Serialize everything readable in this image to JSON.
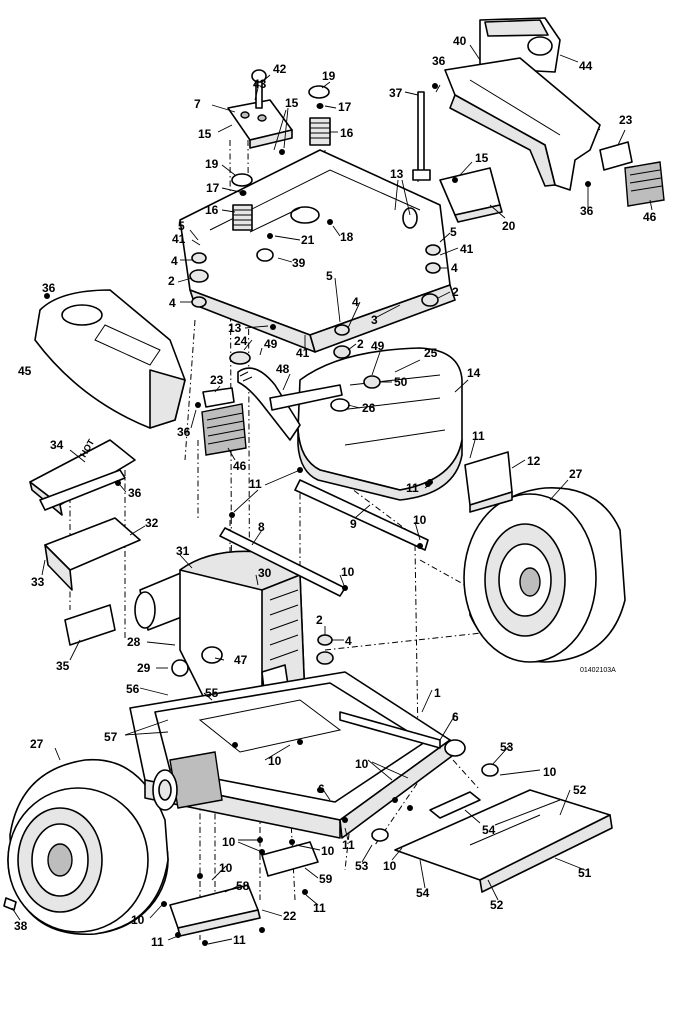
{
  "diagram": {
    "figure_id": "01402103A",
    "callouts": [
      {
        "id": "c42",
        "text": "42"
      },
      {
        "id": "c43",
        "text": "43"
      },
      {
        "id": "c7",
        "text": "7"
      },
      {
        "id": "c15a",
        "text": "15"
      },
      {
        "id": "c15b",
        "text": "15"
      },
      {
        "id": "c19a",
        "text": "19"
      },
      {
        "id": "c17a",
        "text": "17"
      },
      {
        "id": "c16a",
        "text": "16"
      },
      {
        "id": "c19b",
        "text": "19"
      },
      {
        "id": "c17b",
        "text": "17"
      },
      {
        "id": "c16b",
        "text": "16"
      },
      {
        "id": "c36a",
        "text": "36"
      },
      {
        "id": "c37",
        "text": "37"
      },
      {
        "id": "c40",
        "text": "40"
      },
      {
        "id": "c44",
        "text": "44"
      },
      {
        "id": "c23a",
        "text": "23"
      },
      {
        "id": "c15c",
        "text": "15"
      },
      {
        "id": "c13a",
        "text": "13"
      },
      {
        "id": "c20",
        "text": "20"
      },
      {
        "id": "c36b",
        "text": "36"
      },
      {
        "id": "c46a",
        "text": "46"
      },
      {
        "id": "c5a",
        "text": "5"
      },
      {
        "id": "c41a",
        "text": "41"
      },
      {
        "id": "c21",
        "text": "21"
      },
      {
        "id": "c18",
        "text": "18"
      },
      {
        "id": "c39",
        "text": "39"
      },
      {
        "id": "c5b",
        "text": "5"
      },
      {
        "id": "c41b",
        "text": "41"
      },
      {
        "id": "c4a",
        "text": "4"
      },
      {
        "id": "c4b",
        "text": "4"
      },
      {
        "id": "c2a",
        "text": "2"
      },
      {
        "id": "c4c",
        "text": "4"
      },
      {
        "id": "c36c",
        "text": "36"
      },
      {
        "id": "c5c",
        "text": "5"
      },
      {
        "id": "c4d",
        "text": "4"
      },
      {
        "id": "c2b",
        "text": "2"
      },
      {
        "id": "c3",
        "text": "3"
      },
      {
        "id": "c13b",
        "text": "13"
      },
      {
        "id": "c41c",
        "text": "41"
      },
      {
        "id": "c2c",
        "text": "2"
      },
      {
        "id": "c45",
        "text": "45"
      },
      {
        "id": "c24",
        "text": "24"
      },
      {
        "id": "c49a",
        "text": "49"
      },
      {
        "id": "c49b",
        "text": "49"
      },
      {
        "id": "c25",
        "text": "25"
      },
      {
        "id": "c50",
        "text": "50"
      },
      {
        "id": "c48",
        "text": "48"
      },
      {
        "id": "c14",
        "text": "14"
      },
      {
        "id": "c23b",
        "text": "23"
      },
      {
        "id": "c26",
        "text": "26"
      },
      {
        "id": "c36d",
        "text": "36"
      },
      {
        "id": "c46b",
        "text": "46"
      },
      {
        "id": "c34",
        "text": "34"
      },
      {
        "id": "c11a",
        "text": "11"
      },
      {
        "id": "c12",
        "text": "12"
      },
      {
        "id": "c11b",
        "text": "11"
      },
      {
        "id": "c27a",
        "text": "27"
      },
      {
        "id": "c36e",
        "text": "36"
      },
      {
        "id": "c11c",
        "text": "11"
      },
      {
        "id": "c9",
        "text": "9"
      },
      {
        "id": "c10a",
        "text": "10"
      },
      {
        "id": "c8",
        "text": "8"
      },
      {
        "id": "c32",
        "text": "32"
      },
      {
        "id": "c31",
        "text": "31"
      },
      {
        "id": "c33",
        "text": "33"
      },
      {
        "id": "c30",
        "text": "30"
      },
      {
        "id": "c10b",
        "text": "10"
      },
      {
        "id": "c2d",
        "text": "2"
      },
      {
        "id": "c4e",
        "text": "4"
      },
      {
        "id": "c28",
        "text": "28"
      },
      {
        "id": "c35",
        "text": "35"
      },
      {
        "id": "c29",
        "text": "29"
      },
      {
        "id": "c47",
        "text": "47"
      },
      {
        "id": "c56",
        "text": "56"
      },
      {
        "id": "c55",
        "text": "55"
      },
      {
        "id": "c1",
        "text": "1"
      },
      {
        "id": "c57",
        "text": "57"
      },
      {
        "id": "c6a",
        "text": "6"
      },
      {
        "id": "c27b",
        "text": "27"
      },
      {
        "id": "c10c",
        "text": "10"
      },
      {
        "id": "c53a",
        "text": "53"
      },
      {
        "id": "c10d",
        "text": "10"
      },
      {
        "id": "c10e",
        "text": "10"
      },
      {
        "id": "c6b",
        "text": "6"
      },
      {
        "id": "c52a",
        "text": "52"
      },
      {
        "id": "c54a",
        "text": "54"
      },
      {
        "id": "c11d",
        "text": "11"
      },
      {
        "id": "c10f",
        "text": "10"
      },
      {
        "id": "c10g",
        "text": "10"
      },
      {
        "id": "c53b",
        "text": "53"
      },
      {
        "id": "c59",
        "text": "59"
      },
      {
        "id": "c10h",
        "text": "10"
      },
      {
        "id": "c51",
        "text": "51"
      },
      {
        "id": "c10i",
        "text": "10"
      },
      {
        "id": "c54b",
        "text": "54"
      },
      {
        "id": "c58",
        "text": "58"
      },
      {
        "id": "c11e",
        "text": "11"
      },
      {
        "id": "c52b",
        "text": "52"
      },
      {
        "id": "c22",
        "text": "22"
      },
      {
        "id": "c10j",
        "text": "10"
      },
      {
        "id": "c38",
        "text": "38"
      },
      {
        "id": "c11f",
        "text": "11"
      },
      {
        "id": "c11g",
        "text": "11"
      }
    ]
  }
}
